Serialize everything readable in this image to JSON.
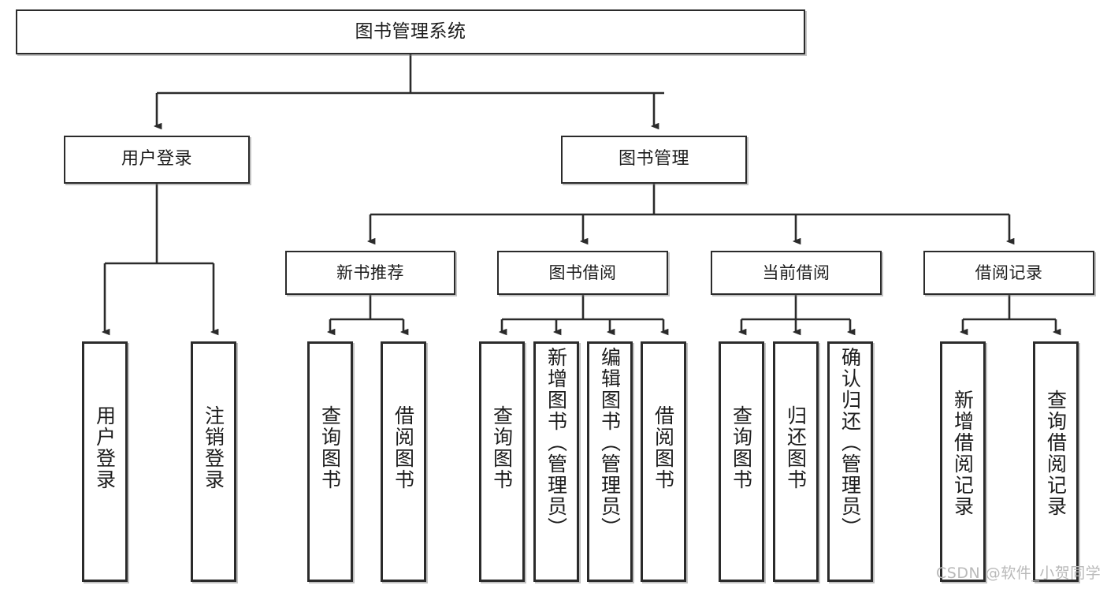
{
  "diagram": {
    "title": "图书管理系统",
    "type": "tree",
    "root": {
      "label": "图书管理系统"
    },
    "level2": [
      {
        "label": "用户登录"
      },
      {
        "label": "图书管理"
      }
    ],
    "level3": [
      {
        "label": "新书推荐"
      },
      {
        "label": "图书借阅"
      },
      {
        "label": "当前借阅"
      },
      {
        "label": "借阅记录"
      }
    ],
    "leaves": {
      "user_login": [
        {
          "label": "用户登录"
        },
        {
          "label": "注销登录"
        }
      ],
      "new_book": [
        {
          "label": "查询图书"
        },
        {
          "label": "借阅图书"
        }
      ],
      "book_borrow": [
        {
          "label": "查询图书"
        },
        {
          "label": "新增图书（管理员）"
        },
        {
          "label": "编辑图书（管理员）"
        },
        {
          "label": "借阅图书"
        }
      ],
      "current_borrow": [
        {
          "label": "查询图书"
        },
        {
          "label": "归还图书"
        },
        {
          "label": "确认归还（管理员）"
        }
      ],
      "borrow_record": [
        {
          "label": "新增借阅记录"
        },
        {
          "label": "查询借阅记录"
        }
      ]
    }
  },
  "watermark": {
    "text": "CSDN @软件_小贺同学"
  },
  "colors": {
    "stroke": "#2b2b2b",
    "fill": "#ffffff",
    "text": "#1c1c1c",
    "watermark": "#b9b9b9"
  }
}
